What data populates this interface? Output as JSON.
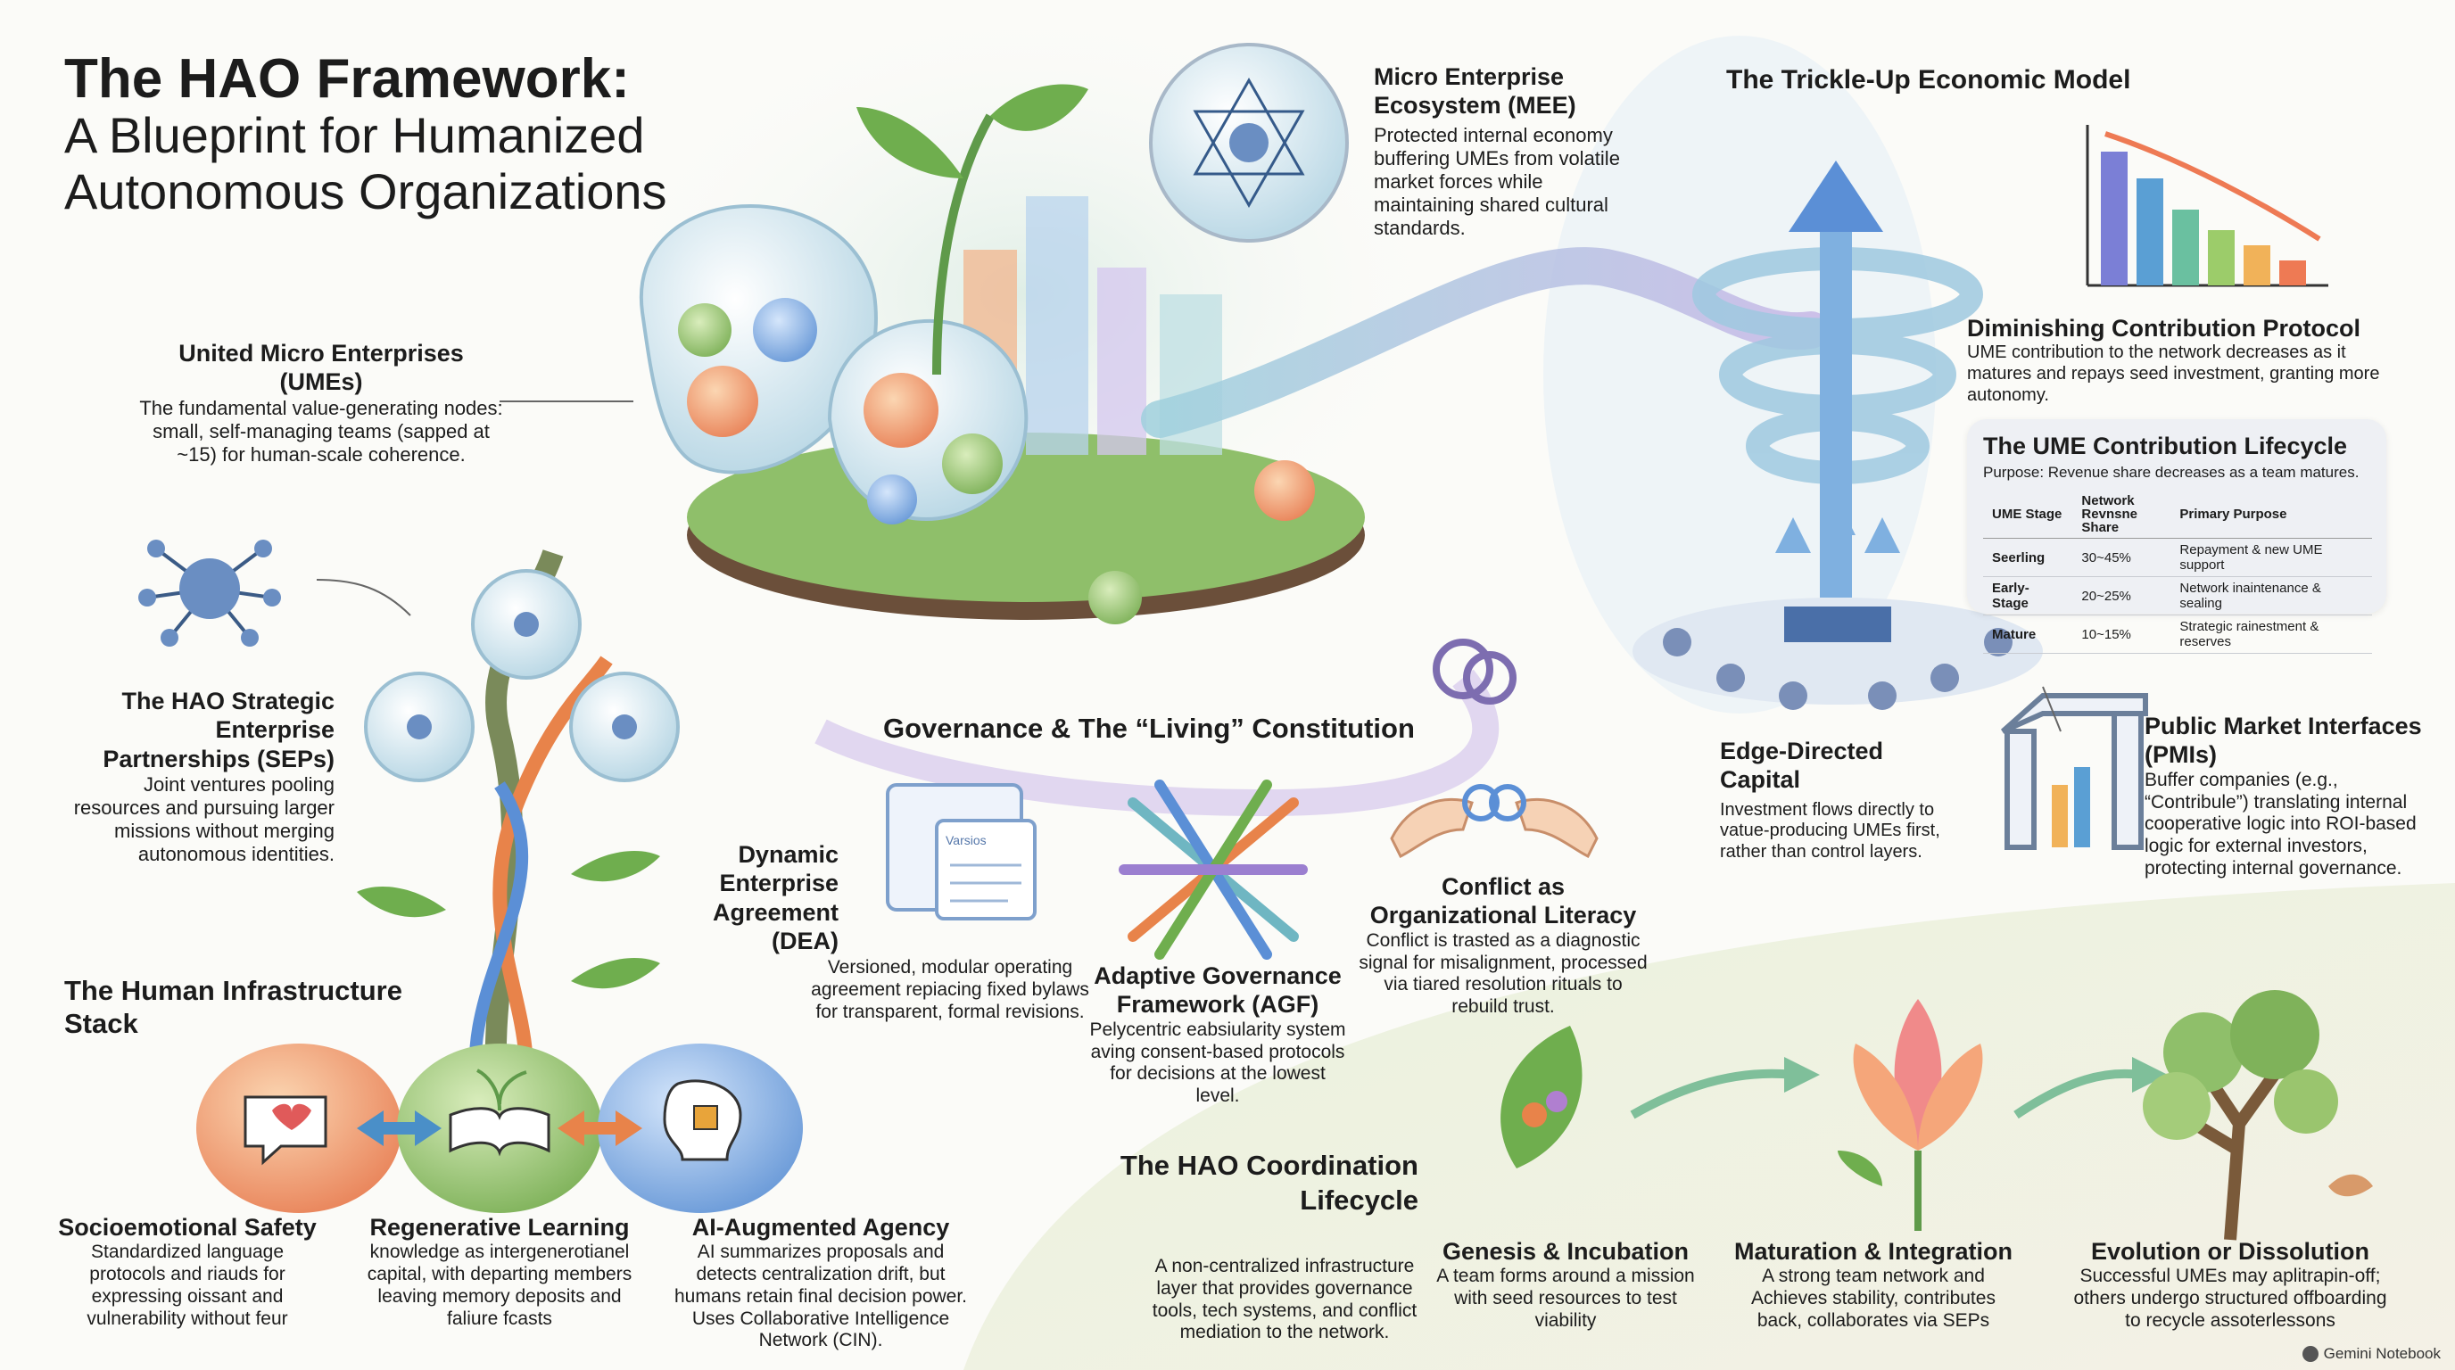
{
  "header": {
    "title": "The HAO Framework:",
    "subtitle_line1": "A Blueprint for Humanized",
    "subtitle_line2": "Autonomous Organizations"
  },
  "umes": {
    "title": "United Micro Enterprises (UMEs)",
    "body": "The fundamental value-generating nodes: small, self-managing teams (sapped at ~15) for human-scale coherence."
  },
  "mee": {
    "title": "Micro Enterprise Ecosystem (MEE)",
    "body": "Protected internal economy buffering UMEs from volatile market forces while maintaining shared cultural standards."
  },
  "trickle": {
    "title": "The Trickle-Up Economic Model"
  },
  "dcp": {
    "title": "Diminishing Contribution Protocol",
    "body": "UME contribution to the network decreases as it matures and repays seed investment, granting more autonomy."
  },
  "lifecycle_table": {
    "title": "The UME Contribution Lifecycle",
    "purpose": "Purpose: Revenue share decreases as a team matures.",
    "headers": [
      "UME Stage",
      "Network Revnsne Share",
      "Primary Purpose"
    ],
    "rows": [
      {
        "stage": "Seerling",
        "share": "30~45%",
        "purpose": "Repayment & new UME support"
      },
      {
        "stage": "Early-Stage",
        "share": "20~25%",
        "purpose": "Network inaintenance & sealing"
      },
      {
        "stage": "Mature",
        "share": "10~15%",
        "purpose": "Strategic rainestment & reserves"
      }
    ]
  },
  "seps": {
    "title": "The HAO Strategic Enterprise Partnerships (SEPs)",
    "body": "Joint ventures pooling resources and pursuing larger missions without merging autonomous identities."
  },
  "governance": {
    "title": "Governance & The “Living” Constitution",
    "scroll_label": "Varsios"
  },
  "dea": {
    "title": "Dynamic Enterprise Agreement (DEA)",
    "body": "Versioned, modular operating agreement repiacing fixed bylaws for transparent, formal revisions."
  },
  "agf": {
    "title": "Adaptive Governance Framework (AGF)",
    "body": "Pelycentric eabsiularity system aving consent-based protocols for decisions at the lowest level."
  },
  "conflict": {
    "title": "Conflict as Organizational Literacy",
    "body": "Conflict is trasted as a diagnostic signal for misalignment, processed via tiared resolution rituals to rebuild trust."
  },
  "edge": {
    "title": "Edge-Directed Capital",
    "body": "Investment flows directly to vatue-producing UMEs first, rather than control layers."
  },
  "pmi": {
    "title": "Public Market Interfaces (PMIs)",
    "body": "Buffer companies (e.g., “Contribule”) translating internal cooperative logic into ROI-based logic for external investors, protecting internal governance."
  },
  "human_stack": {
    "title": "The Human Infrastructure Stack"
  },
  "safety": {
    "title": "Socioemotional Safety",
    "body": "Standardized language protocols and riauds for expressing oissant and vulnerability without feur"
  },
  "learning": {
    "title": "Regenerative Learning",
    "body": "knowledge as intergenerotianel capital, with departing members leaving memory deposits and faliure fcasts"
  },
  "ai": {
    "title": "AI-Augmented Agency",
    "body": "AI summarizes proposals and detects centralization drift, but humans retain final decision power. Uses Collaborative Intelligence Network (CIN)."
  },
  "coordination": {
    "title": "The HAO Coordination Lifecycle",
    "body": "A non-centralized infrastructure layer that provides governance tools, tech systems, and conflict mediation to the network."
  },
  "genesis": {
    "title": "Genesis & Incubation",
    "body": "A team forms around a mission with seed resources to test viability"
  },
  "maturation": {
    "title": "Maturation & Integration",
    "body": "A strong team network and Achieves stability, contributes back, collaborates via SEPs"
  },
  "evolution": {
    "title": "Evolution or Dissolution",
    "body": "Successful UMEs may aplitrapin-off; others undergo structured offboarding to recycle assoterlessons"
  },
  "brand": {
    "label": "Gemini Notebook"
  },
  "colors": {
    "accent_blue": "#5b8fd6",
    "leaf_green": "#5f9a4a",
    "orange": "#e8834a",
    "teal": "#6fb6c2"
  }
}
